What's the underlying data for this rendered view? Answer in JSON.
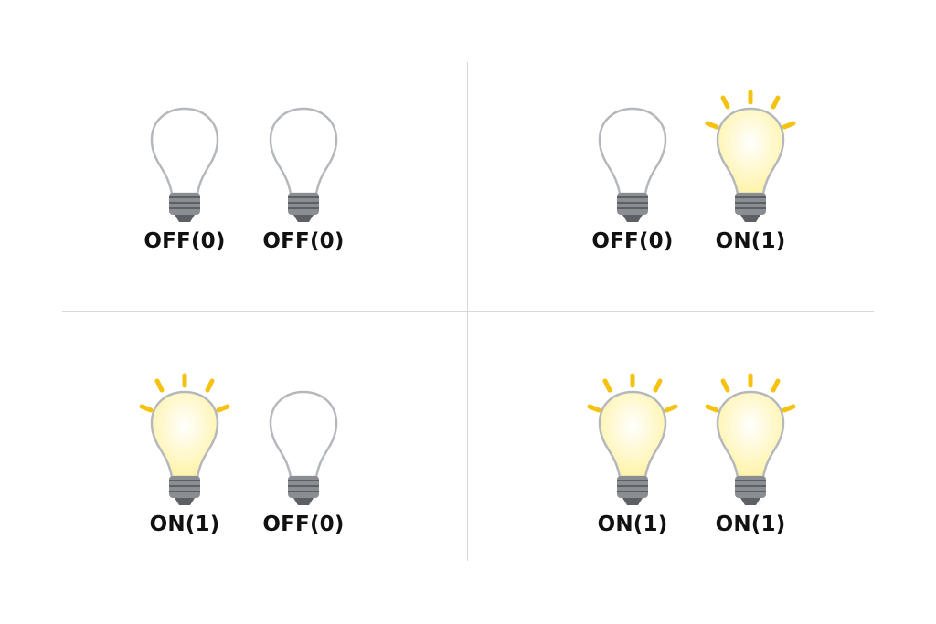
{
  "colors": {
    "off_outline": "#b4b8bc",
    "off_fill": "#ffffff",
    "on_fill": "#fffbd9",
    "on_glow": "#fff3a8",
    "ray": "#f5c20f",
    "base": "#8a8e92",
    "base_dark": "#5c6064",
    "text": "#111111",
    "divider": "#d8d8d8"
  },
  "quadrants": [
    {
      "name": "top-left",
      "bulbs": [
        {
          "state": "off",
          "label": "OFF(0)"
        },
        {
          "state": "off",
          "label": "OFF(0)"
        }
      ]
    },
    {
      "name": "top-right",
      "bulbs": [
        {
          "state": "off",
          "label": "OFF(0)"
        },
        {
          "state": "on",
          "label": "ON(1)"
        }
      ]
    },
    {
      "name": "bottom-left",
      "bulbs": [
        {
          "state": "on",
          "label": "ON(1)"
        },
        {
          "state": "off",
          "label": "OFF(0)"
        }
      ]
    },
    {
      "name": "bottom-right",
      "bulbs": [
        {
          "state": "on",
          "label": "ON(1)"
        },
        {
          "state": "on",
          "label": "ON(1)"
        }
      ]
    }
  ]
}
